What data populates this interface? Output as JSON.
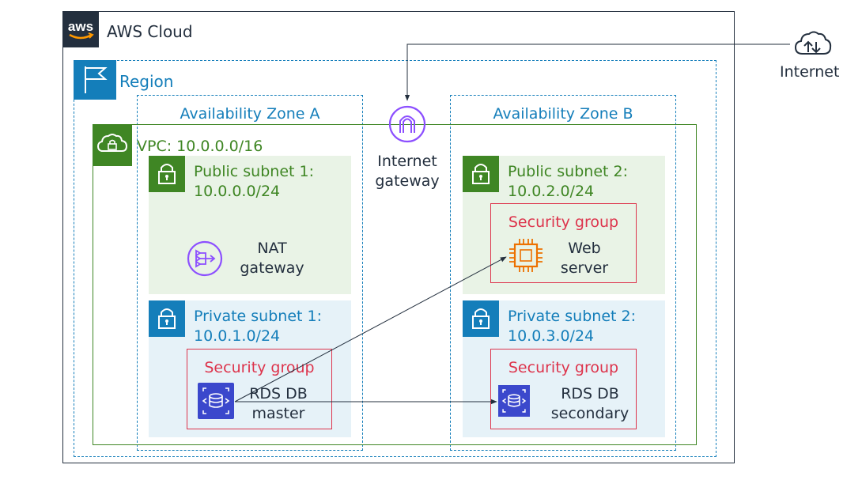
{
  "cloud": {
    "label": "AWS Cloud",
    "logo_text": "aws"
  },
  "region": {
    "label": "Region"
  },
  "internet": {
    "label": "Internet"
  },
  "availability_zones": [
    {
      "label": "Availability Zone A"
    },
    {
      "label": "Availability Zone B"
    }
  ],
  "vpc": {
    "label": "VPC: 10.0.0.0/16"
  },
  "internet_gateway": {
    "line1": "Internet",
    "line2": "gateway"
  },
  "subnets": {
    "public1": {
      "line1": "Public subnet 1:",
      "line2": "10.0.0.0/24"
    },
    "public2": {
      "line1": "Public subnet 2:",
      "line2": "10.0.2.0/24"
    },
    "private1": {
      "line1": "Private subnet 1:",
      "line2": "10.0.1.0/24"
    },
    "private2": {
      "line1": "Private subnet 2:",
      "line2": "10.0.3.0/24"
    }
  },
  "nat_gateway": {
    "line1": "NAT",
    "line2": "gateway"
  },
  "security_groups": {
    "web": "Security group",
    "rds_master": "Security group",
    "rds_secondary": "Security group"
  },
  "web_server": {
    "line1": "Web",
    "line2": "server"
  },
  "rds_master": {
    "line1": "RDS DB",
    "line2": "master"
  },
  "rds_secondary": {
    "line1": "RDS DB",
    "line2": "secondary"
  },
  "colors": {
    "cloud": "#232f3e",
    "region": "#147eba",
    "vpc": "#3f8624",
    "security_group": "#dd344c",
    "compute": "#ed7100",
    "network": "#8c4fff",
    "database": "#3b48cc"
  }
}
